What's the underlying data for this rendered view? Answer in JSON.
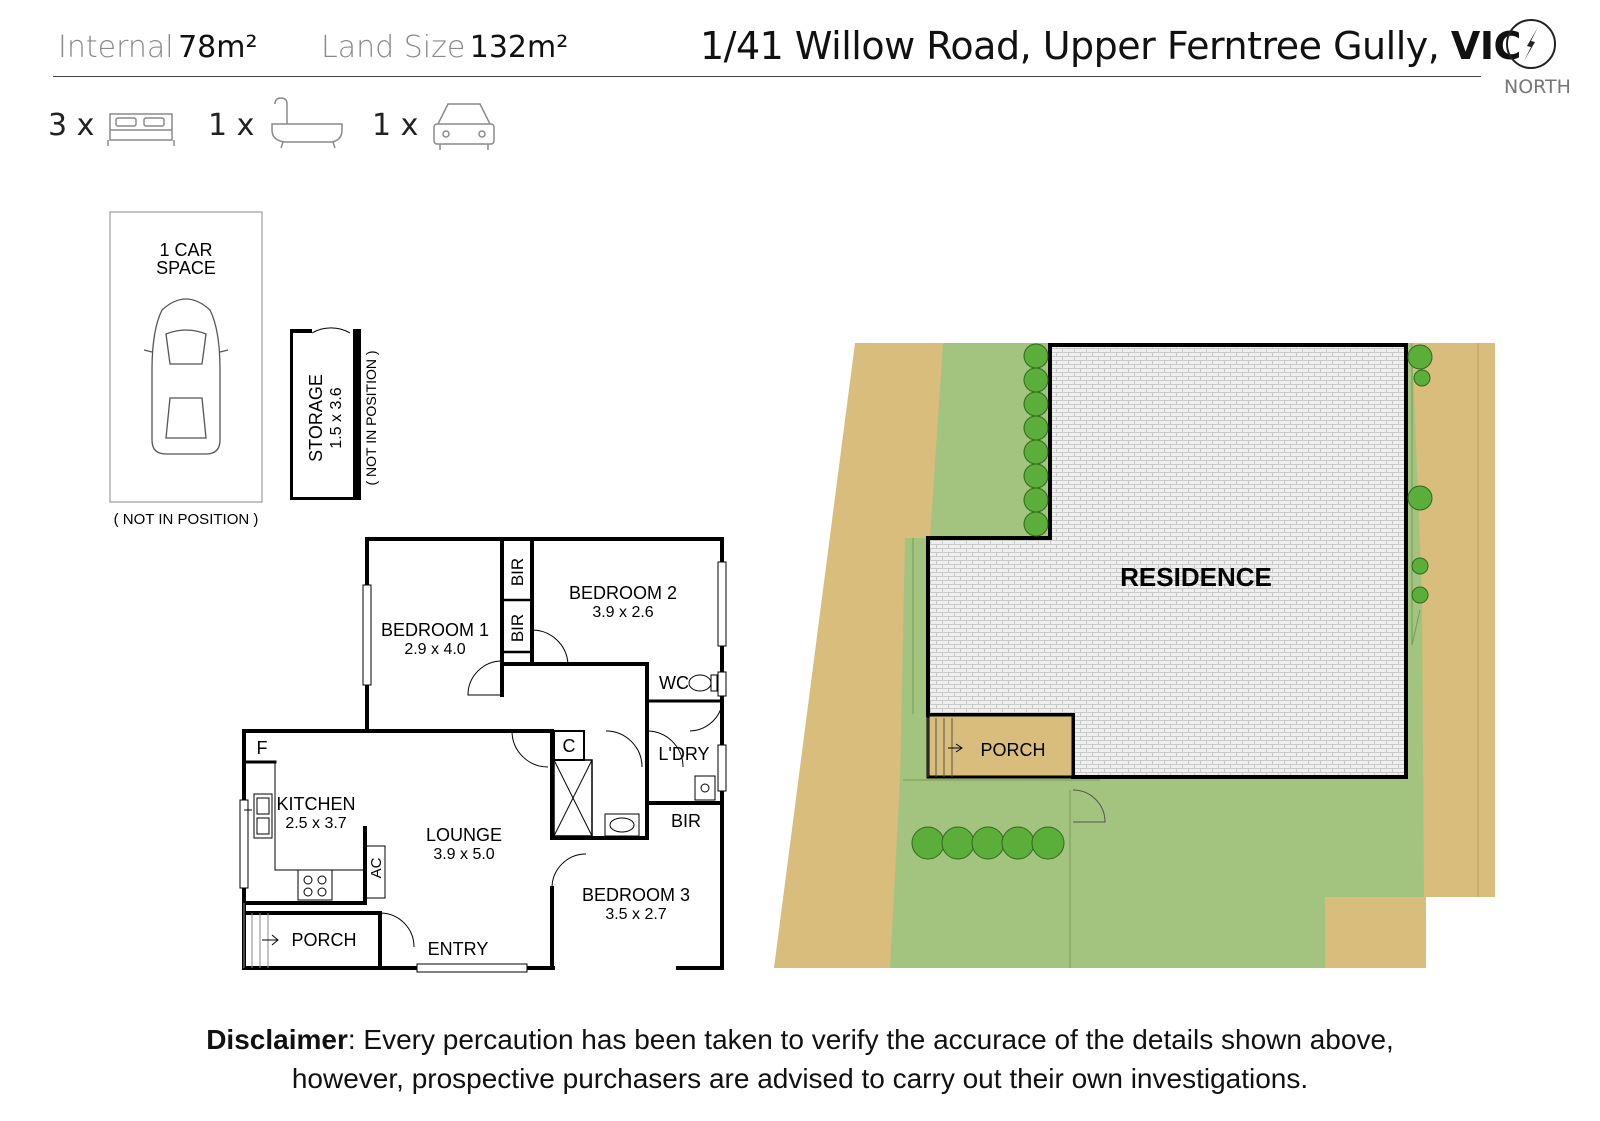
{
  "header": {
    "internal_label": "Internal",
    "internal_value": "78m²",
    "land_label": "Land Size",
    "land_value": "132m²",
    "address": "1/41 Willow Road, Upper Ferntree Gully,",
    "state": "VIC",
    "north_label": "NORTH"
  },
  "features": {
    "bedrooms": "3 x",
    "bathrooms": "1 x",
    "car_spaces": "1 x",
    "bed_icon": "bed-icon",
    "bath_icon": "bathtub-icon",
    "car_icon": "car-icon"
  },
  "floorplan": {
    "car_space": {
      "line1": "1 CAR",
      "line2": "SPACE",
      "note": "( NOT IN POSITION )"
    },
    "storage": {
      "name": "STORAGE",
      "size": "1.5 x 3.6",
      "note": "( NOT IN POSITION )"
    },
    "rooms": {
      "bedroom1": {
        "name": "BEDROOM 1",
        "size": "2.9 x 4.0"
      },
      "bedroom2": {
        "name": "BEDROOM 2",
        "size": "3.9 x 2.6"
      },
      "bedroom3": {
        "name": "BEDROOM 3",
        "size": "3.5 x 2.7"
      },
      "kitchen": {
        "name": "KITCHEN",
        "size": "2.5 x 3.7"
      },
      "lounge": {
        "name": "LOUNGE",
        "size": "3.9 x 5.0"
      }
    },
    "labels": {
      "bir": "BIR",
      "wc": "WC",
      "laundry": "L'DRY",
      "cupboard": "C",
      "fridge": "F",
      "ac": "AC",
      "porch": "PORCH",
      "entry": "ENTRY"
    }
  },
  "siteplan": {
    "residence": "RESIDENCE",
    "porch": "PORCH"
  },
  "colors": {
    "lawn": "#a3c47e",
    "lawn_edge": "#8fb26a",
    "driveway": "#d8bd7c",
    "roof": "#eeeeee",
    "tree": "#5cae3a",
    "porch_fill": "#d8bd7c",
    "wall": "#000000"
  },
  "disclaimer": {
    "label": "Disclaimer",
    "line1": ": Every percaution has been taken to verify the accurace of the details shown above,",
    "line2": "however, prospective purchasers are advised to carry out their own investigations."
  }
}
